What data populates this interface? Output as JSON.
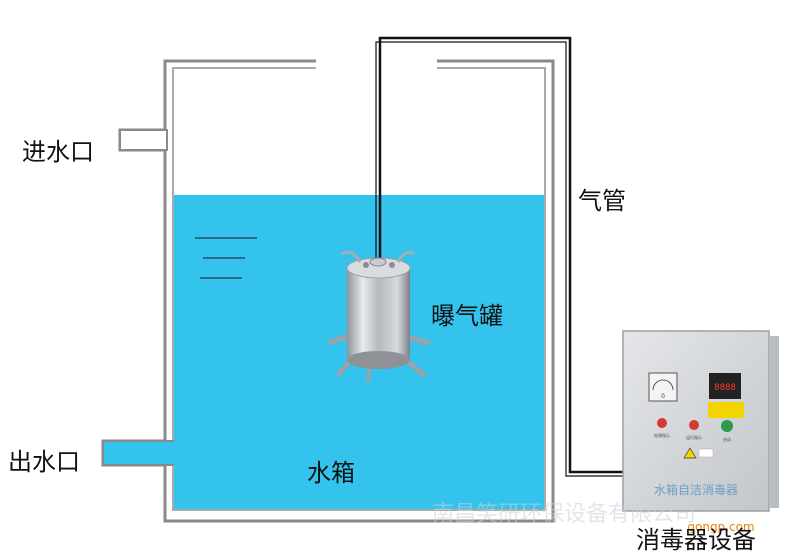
{
  "diagram": {
    "labels": {
      "inlet": "进水口",
      "outlet": "出水口",
      "air_pipe": "气管",
      "aeration_tank": "曝气罐",
      "water_tank": "水箱",
      "equipment": "消毒器设备"
    },
    "control_box": {
      "caption": "水箱自洁消毒器",
      "meter_value": "0",
      "display_value": "8888",
      "buttons": [
        "电源指示",
        "运行指示",
        "启动"
      ]
    },
    "watermark": {
      "text": "南昌笑研环保设备有限公司",
      "site": "gongp.com"
    },
    "colors": {
      "water": "#33c3ec",
      "tank_wall": "#8c8c8c",
      "pipe": "#111111",
      "cabinet": "#d7d9dc"
    }
  }
}
